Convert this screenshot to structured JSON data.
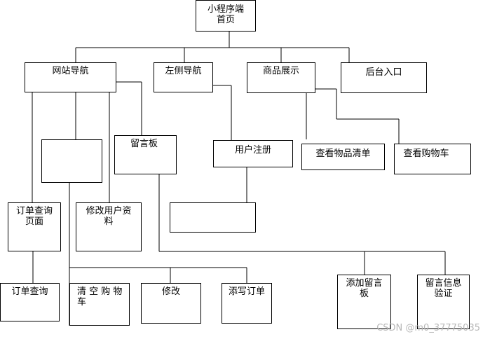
{
  "nodes": {
    "home": "小程序端\n首页",
    "site_nav": "网站导航",
    "left_nav": "左侧导航",
    "product_show": "商品展示",
    "admin_entry": "后台入口",
    "empty_box_1": "",
    "message_board": "留言板",
    "user_register": "用户注册",
    "view_goods_list": "查看物品清单",
    "view_cart": "查看购物车",
    "order_query_page": "订单查询\n页面",
    "edit_profile": "修改用户资\n料",
    "empty_box_2": "",
    "order_query": "订单查询",
    "clear_cart": "清 空 购 物\n车",
    "modify": "修改",
    "fill_order": "添写订单",
    "add_message": "添加留言\n板",
    "message_verify": "留言信息\n验证"
  },
  "watermark": "CSDN @m0_37775035"
}
